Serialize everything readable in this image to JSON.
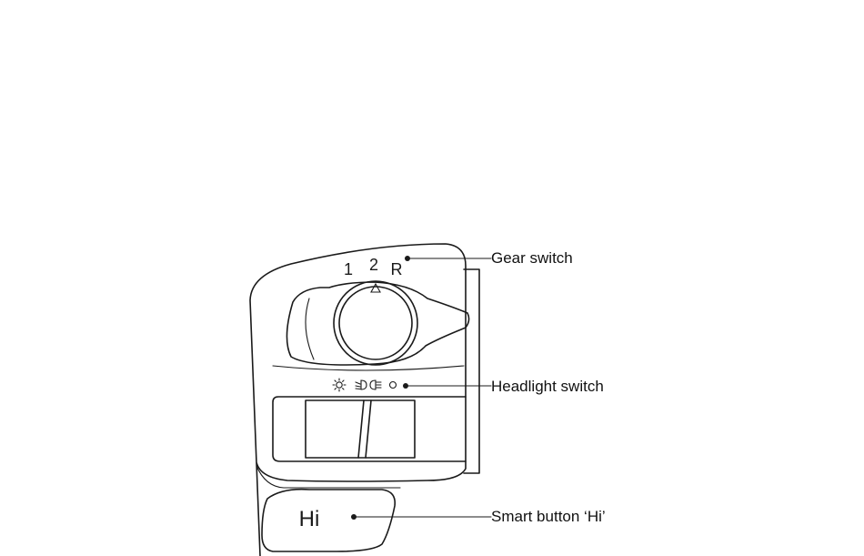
{
  "callouts": {
    "gear": "Gear switch",
    "headlight": "Headlight switch",
    "smart": "Smart button ‘Hi’"
  },
  "gear_positions": [
    "1",
    "2",
    "R"
  ],
  "button_label": "Hi"
}
